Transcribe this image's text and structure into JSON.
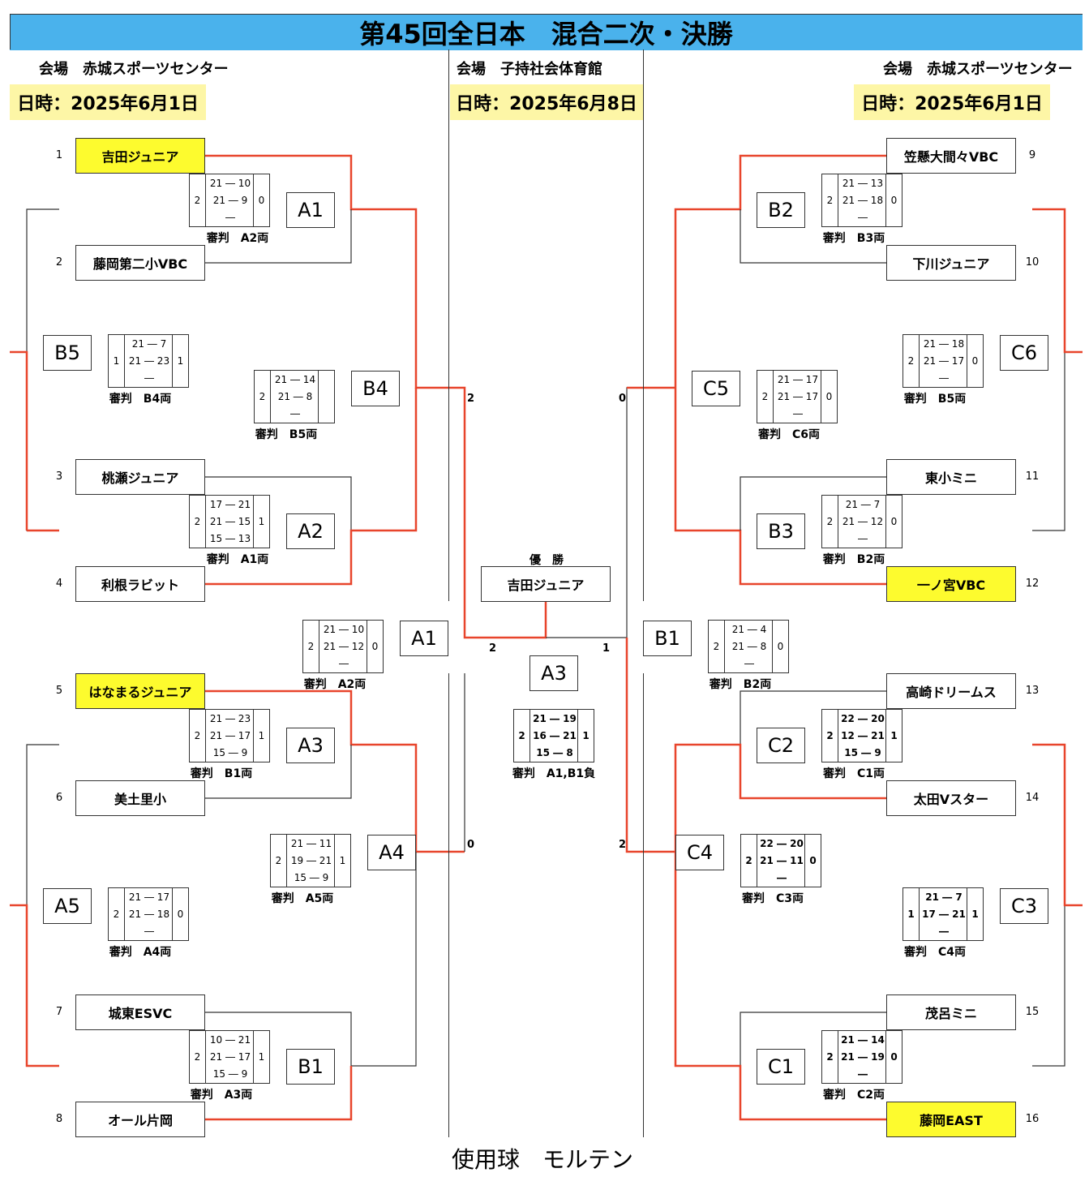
{
  "title": "第45回全日本　混合二次・決勝",
  "left": {
    "venue": "会場　赤城スポーツセンター",
    "date": "日時：2025年6月1日"
  },
  "center": {
    "venue": "会場　子持社会体育館",
    "date": "日時：2025年6月8日"
  },
  "right": {
    "venue": "会場　赤城スポーツセンター",
    "date": "日時：2025年6月1日"
  },
  "teams": [
    {
      "no": "1",
      "name": "吉田ジュニア",
      "winner": true
    },
    {
      "no": "2",
      "name": "藤岡第二小VBC",
      "winner": false
    },
    {
      "no": "3",
      "name": "桃瀬ジュニア",
      "winner": false
    },
    {
      "no": "4",
      "name": "利根ラビット",
      "winner": false
    },
    {
      "no": "5",
      "name": "はなまるジュニア",
      "winner": true
    },
    {
      "no": "6",
      "name": "美土里小",
      "winner": false
    },
    {
      "no": "7",
      "name": "城東ESVC",
      "winner": false
    },
    {
      "no": "8",
      "name": "オール片岡",
      "winner": false
    },
    {
      "no": "9",
      "name": "笠懸大間々VBC",
      "winner": false
    },
    {
      "no": "10",
      "name": "下川ジュニア",
      "winner": false
    },
    {
      "no": "11",
      "name": "東小ミニ",
      "winner": false
    },
    {
      "no": "12",
      "name": "一ノ宮VBC",
      "winner": true
    },
    {
      "no": "13",
      "name": "高崎ドリームス",
      "winner": false
    },
    {
      "no": "14",
      "name": "太田Vスター",
      "winner": false
    },
    {
      "no": "15",
      "name": "茂呂ミニ",
      "winner": false
    },
    {
      "no": "16",
      "name": "藤岡EAST",
      "winner": true
    }
  ],
  "matches": [
    {
      "code": "A1",
      "sets": [
        "21 ― 10",
        "21 ― 9",
        "―"
      ],
      "left": "2",
      "right": "0",
      "referee": "審判　A2両"
    },
    {
      "code": "A2",
      "sets": [
        "17 ― 21",
        "21 ― 15",
        "15 ― 13"
      ],
      "left": "2",
      "right": "1",
      "referee": "審判　A1両"
    },
    {
      "code": "B5",
      "sets": [
        "21 ― 7",
        "21 ― 23",
        "―"
      ],
      "left": "1",
      "right": "1",
      "referee": "審判　B4両"
    },
    {
      "code": "B4",
      "sets": [
        "21 ― 14",
        "21 ― 8",
        "―"
      ],
      "left": "2",
      "right": "",
      "referee": "審判　B5両"
    },
    {
      "code": "A1",
      "sets": [
        "21 ― 10",
        "21 ― 12",
        "―"
      ],
      "left": "2",
      "right": "0",
      "referee": "審判　A2両"
    },
    {
      "code": "A3",
      "sets": [
        "21 ― 23",
        "21 ― 17",
        "15 ― 9"
      ],
      "left": "2",
      "right": "1",
      "referee": "審判　B1両"
    },
    {
      "code": "A4",
      "sets": [
        "21 ― 11",
        "19 ― 21",
        "15 ― 9"
      ],
      "left": "2",
      "right": "1",
      "referee": "審判　A5両"
    },
    {
      "code": "A5",
      "sets": [
        "21 ― 17",
        "21 ― 18",
        "―"
      ],
      "left": "2",
      "right": "0",
      "referee": "審判　A4両"
    },
    {
      "code": "B1",
      "sets": [
        "10 ― 21",
        "21 ― 17",
        "15 ― 9"
      ],
      "left": "2",
      "right": "1",
      "referee": "審判　A3両"
    },
    {
      "code": "B2",
      "sets": [
        "21 ― 13",
        "21 ― 18",
        "―"
      ],
      "left": "2",
      "right": "0",
      "referee": "審判　B3両"
    },
    {
      "code": "C6",
      "sets": [
        "21 ― 18",
        "21 ― 17",
        "―"
      ],
      "left": "2",
      "right": "0",
      "referee": "審判　B5両"
    },
    {
      "code": "C5",
      "sets": [
        "21 ― 17",
        "21 ― 17",
        "―"
      ],
      "left": "2",
      "right": "0",
      "referee": "審判　C6両"
    },
    {
      "code": "B3",
      "sets": [
        "21 ― 7",
        "21 ― 12",
        "―"
      ],
      "left": "2",
      "right": "0",
      "referee": "審判　B2両"
    },
    {
      "code": "B1",
      "sets": [
        "21 ― 4",
        "21 ― 8",
        "―"
      ],
      "left": "2",
      "right": "0",
      "referee": "審判　B2両"
    },
    {
      "code": "C2",
      "sets": [
        "22 ― 20",
        "12 ― 21",
        "15 ― 9"
      ],
      "left": "2",
      "right": "1",
      "referee": "審判　C1両"
    },
    {
      "code": "C4",
      "sets": [
        "22 ― 20",
        "21 ― 11",
        "―"
      ],
      "left": "2",
      "right": "0",
      "referee": "審判　C3両"
    },
    {
      "code": "C3",
      "sets": [
        "21 ― 7",
        "17 ― 21",
        "―"
      ],
      "left": "1",
      "right": "1",
      "referee": "審判　C4両"
    },
    {
      "code": "C1",
      "sets": [
        "21 ― 14",
        "21 ― 19",
        "―"
      ],
      "left": "2",
      "right": "0",
      "referee": "審判　C2両"
    }
  ],
  "final": {
    "champion_label": "優　勝",
    "champion": "吉田ジュニア",
    "code": "A3",
    "sets": [
      "21 ― 19",
      "16 ― 21",
      "15 ― 8"
    ],
    "left": "2",
    "right": "1",
    "referee": "審判　A1,B1負",
    "semi_scores": {
      "top_left": "2",
      "top_right": "0",
      "mid_left": "2",
      "mid_right": "1",
      "bottom_left": "0",
      "bottom_right": "2"
    }
  },
  "ball": "使用球　モルテン",
  "colors": {
    "title_bg": "#4ab2ec",
    "date_bg": "#fdf6a6",
    "winner_bg": "#fdfb2e",
    "win_line": "#e8452c",
    "line": "#333333"
  }
}
